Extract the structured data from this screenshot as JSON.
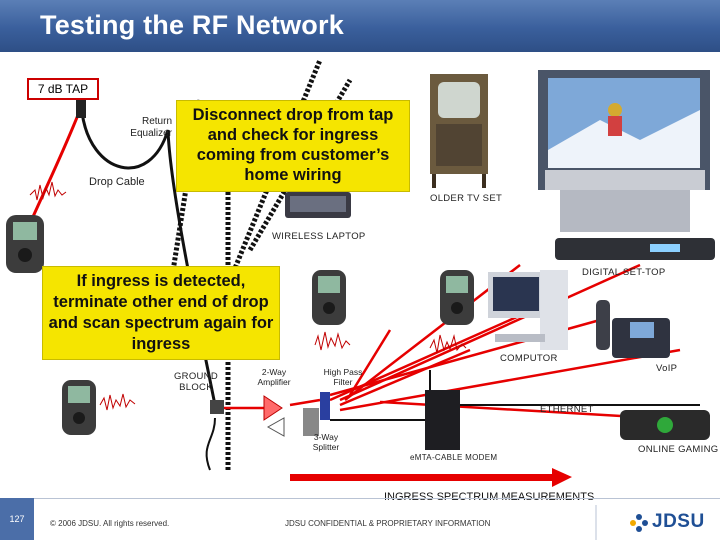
{
  "slide": {
    "title": "Testing the RF Network"
  },
  "labels": {
    "tap": "7 dB TAP",
    "return_equalizer_line1": "Return",
    "return_equalizer_line2": "Equalizer",
    "drop_cable": "Drop Cable",
    "older_tv_set": "OLDER TV SET",
    "wireless_laptop": "WIRELESS LAPTOP",
    "digital_set_top": "DIGITAL SET-TOP",
    "computor": "COMPUTOR",
    "voip": "VoIP",
    "ground_block_line1": "GROUND",
    "ground_block_line2": "BLOCK",
    "two_way_amp_line1": "2-Way",
    "two_way_amp_line2": "Amplifier",
    "high_pass_line1": "High Pass",
    "high_pass_line2": "Filter",
    "ethernet": "ETHERNET",
    "three_way_line1": "3-Way",
    "three_way_line2": "Splitter",
    "emta": "eMTA-CABLE MODEM",
    "online_gaming": "ONLINE GAMING"
  },
  "callouts": {
    "disconnect": "Disconnect drop from tap and check for ingress coming from customer’s home wiring",
    "ingress": "If ingress is detected, terminate other end of drop and scan spectrum again for ingress"
  },
  "legend": {
    "ingress_measurements": "INGRESS SPECTRUM MEASUREMENTS"
  },
  "footer": {
    "page_number": "127",
    "copyright": "© 2006 JDSU. All rights reserved.",
    "confidential": "JDSU CONFIDENTIAL & PROPRIETARY INFORMATION",
    "logo_text": "JDSU"
  },
  "colors": {
    "header_blue": "#3a5f9c",
    "callout_yellow": "#f5e500",
    "ingress_red": "#e60000",
    "cable_black": "#111111"
  },
  "icons": [
    "meter-icon",
    "tv-icon",
    "laptop-icon",
    "set-top-box-icon",
    "computer-icon",
    "voip-phone-icon",
    "amplifier-icon",
    "splitter-icon",
    "filter-icon",
    "modem-icon",
    "game-console-icon",
    "ground-block-icon",
    "spectrum-trace-icon",
    "jdsu-logo"
  ]
}
